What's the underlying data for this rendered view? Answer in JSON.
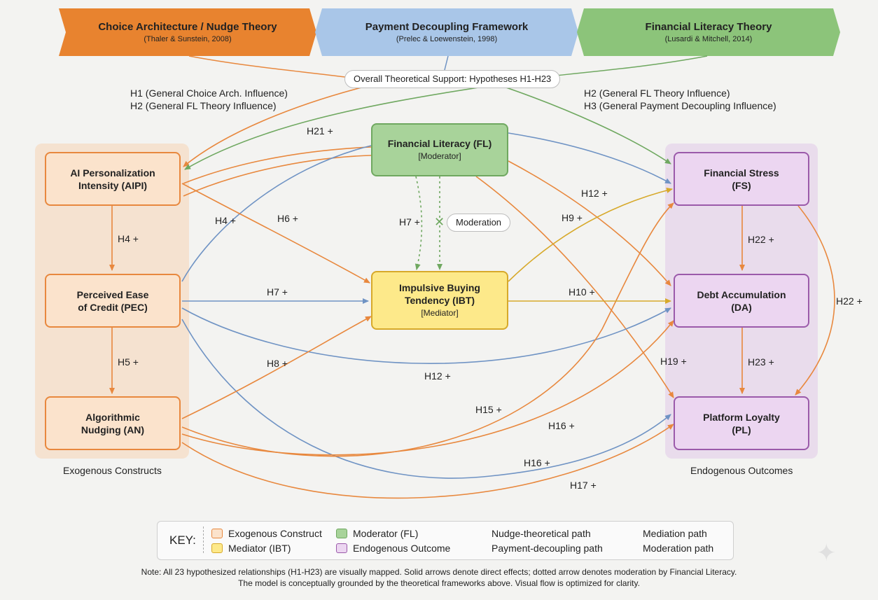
{
  "banners": [
    {
      "title": "Choice Architecture / Nudge Theory",
      "sub": "(Thaler & Sunstein, 2008)",
      "color": "#e8832f"
    },
    {
      "title": "Payment Decoupling Framework",
      "sub": "(Prelec & Loewenstein, 1998)",
      "color": "#a9c6e8"
    },
    {
      "title": "Financial Literacy Theory",
      "sub": "(Lusardi & Mitchell, 2014)",
      "color": "#8cc47a"
    }
  ],
  "support_pill": "Overall Theoretical Support: Hypotheses H1-H23",
  "general_left": [
    "H1 (General Choice Arch. Influence)",
    "H2 (General FL Theory Influence)"
  ],
  "general_right": [
    "H2 (General FL Theory Influence)",
    "H3 (General Payment Decoupling Influence)"
  ],
  "nodes": {
    "aipi": {
      "line1": "AI Personalization",
      "line2": "Intensity (AIPI)"
    },
    "pec": {
      "line1": "Perceived Ease",
      "line2": "of Credit (PEC)"
    },
    "an": {
      "line1": "Algorithmic",
      "line2": "Nudging (AN)"
    },
    "fl": {
      "line1": "Financial Literacy (FL)",
      "line2": "[Moderator]"
    },
    "ibt": {
      "line1": "Impulsive Buying",
      "line2": "Tendency (IBT)",
      "line3": "[Mediator]"
    },
    "fs": {
      "line1": "Financial Stress",
      "line2": "(FS)"
    },
    "da": {
      "line1": "Debt Accumulation",
      "line2": "(DA)"
    },
    "pl": {
      "line1": "Platform Loyalty",
      "line2": "(PL)"
    }
  },
  "panel_labels": {
    "left": "Exogenous Constructs",
    "right": "Endogenous Outcomes"
  },
  "moderation_pill": "Moderation",
  "hypotheses": {
    "h21": "H21 +",
    "h4a": "H4 +",
    "h4b": "H4 +",
    "h6": "H6 +",
    "h7a": "H7 +",
    "h7b": "H7 +",
    "h5": "H5 +",
    "h8": "H8 +",
    "h9": "H9 +",
    "h12a": "H12 +",
    "h12b": "H12 +",
    "h10": "H10 +",
    "h22a": "H22 +",
    "h22b": "H22 +",
    "h23": "H23 +",
    "h19": "H19 +",
    "h15": "H15 +",
    "h16a": "H16 +",
    "h16b": "H16 +",
    "h17": "H17 +"
  },
  "key": {
    "title": "KEY:",
    "exogenous": "Exogenous Construct",
    "mediator": "Mediator (IBT)",
    "moderator": "Moderator (FL)",
    "endogenous": "Endogenous Outcome",
    "nudge": "Nudge-theoretical path",
    "payment": "Payment-decoupling path",
    "mediation": "Mediation path",
    "moderation": "Moderation path"
  },
  "note": [
    "Note: All 23 hypothesized relationships (H1-H23) are visually mapped. Solid arrows denote direct effects; dotted arrow denotes moderation by Financial Literacy.",
    "The model is conceptually grounded by the theoretical frameworks above. Visual flow is optimized for clarity."
  ],
  "colors": {
    "orange": "#e8883e",
    "blue": "#6f93c4",
    "green": "#6fa860",
    "gold": "#d7a92a",
    "exo_fill": "#fbe3cc",
    "exo_border": "#e8883e",
    "fl_fill": "#a8d39a",
    "fl_border": "#6fa860",
    "ibt_fill": "#fde98a",
    "ibt_border": "#d7a92a",
    "endo_fill": "#ecd6f1",
    "endo_border": "#9b5aaa"
  }
}
